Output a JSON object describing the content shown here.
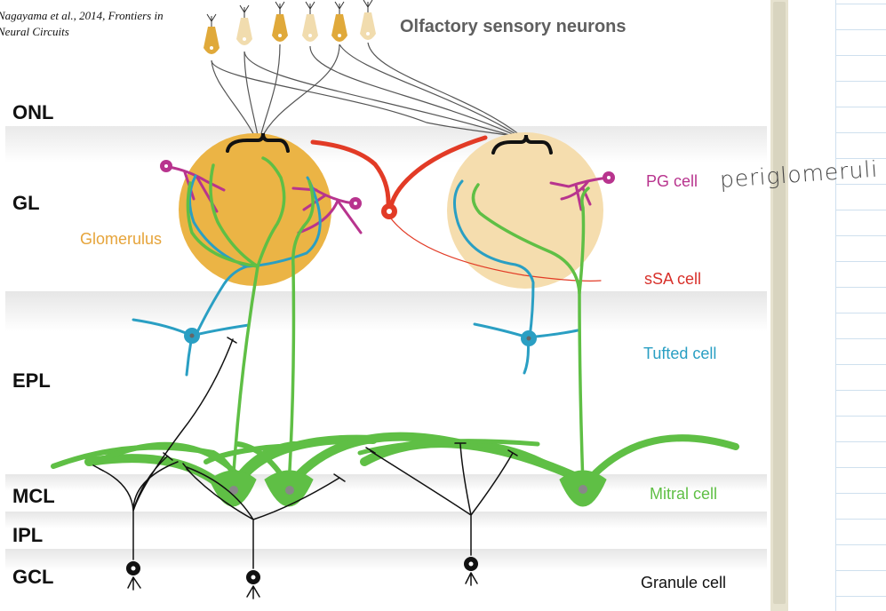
{
  "citation": {
    "line1": "Nagayama et al., 2014, Frontiers in",
    "line2": "Neural Circuits"
  },
  "title": "Olfactory sensory neurons",
  "layers": {
    "onl": "ONL",
    "gl": "GL",
    "epl": "EPL",
    "mcl": "MCL",
    "ipl": "IPL",
    "gcl": "GCL"
  },
  "cell_labels": {
    "glomerulus": "Glomerulus",
    "pg_cell": "PG cell",
    "ssa_cell": "sSA cell",
    "tufted_cell": "Tufted cell",
    "mitral_cell": "Mitral cell",
    "granule_cell": "Granule cell"
  },
  "annotation": "periglomeruli",
  "colors": {
    "osn_dark": "#e0a93a",
    "osn_light": "#f1dcae",
    "glomerulus_dark": "#ebb445",
    "glomerulus_light": "#f5ddae",
    "pg": "#b8348e",
    "ssa": "#e23b26",
    "tufted": "#2a9fc3",
    "mitral": "#5fbf45",
    "granule": "#111111",
    "title_gray": "#5f5f5f",
    "glomerulus_label": "#e6a43a",
    "pg_label": "#b8348e",
    "ssa_label": "#d8302a",
    "tufted_label": "#2a9fc3",
    "mitral_label": "#5fbf45"
  }
}
